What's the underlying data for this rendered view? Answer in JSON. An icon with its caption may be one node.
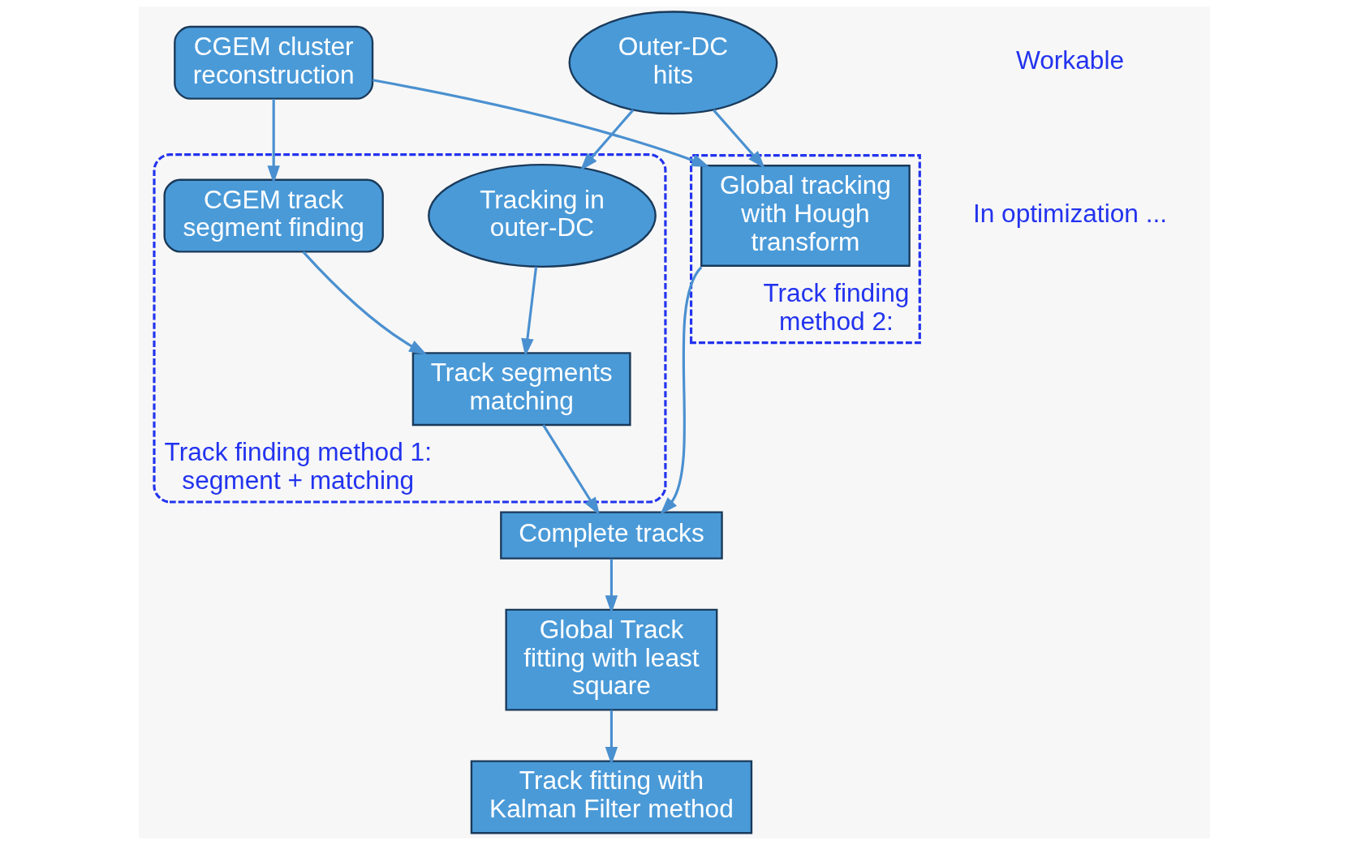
{
  "diagram": {
    "nodes": [
      {
        "text": [
          "CGEM cluster reconstruction"
        ]
      },
      {
        "text": [
          "Outer-DC hits"
        ]
      },
      {
        "text": [
          "Track finding method 1: segment + matching"
        ]
      },
      {
        "text": [
          "CGEM track segment finding"
        ],
        "in": 2
      },
      {
        "text": [
          "Tracking in outer-DC"
        ],
        "in": 2
      },
      {
        "text": [
          "Track segments matching"
        ],
        "in": 2
      },
      {
        "text": [
          "Track finding method 2:"
        ]
      },
      {
        "text": [
          "Global tracking with Hough transform"
        ],
        "in": 6
      },
      {
        "text": [
          "Complete tracks"
        ]
      },
      {
        "text": [
          "Global Track fitting with least square"
        ]
      },
      {
        "text": [
          "Track fitting with Kalman Filter method"
        ]
      }
    ],
    "edges": [
      {
        "from": 0,
        "to": 3,
        "arrow": "to"
      },
      {
        "from": 1,
        "to": 4,
        "arrow": "to"
      },
      {
        "from": 0,
        "to": 7,
        "arrow": "to"
      },
      {
        "from": 1,
        "to": 7,
        "arrow": "to"
      },
      {
        "from": 3,
        "to": 5,
        "arrow": "to"
      },
      {
        "from": 4,
        "to": 5,
        "arrow": "to"
      },
      {
        "from": 5,
        "to": 8,
        "arrow": "to"
      },
      {
        "from": 7,
        "to": 8,
        "arrow": "to"
      },
      {
        "from": 8,
        "to": 9,
        "arrow": "to"
      },
      {
        "from": 9,
        "to": 10,
        "arrow": "to"
      }
    ],
    "legend": [
      {
        "text": "Workable"
      },
      {
        "text": "In optimization ..."
      }
    ]
  }
}
